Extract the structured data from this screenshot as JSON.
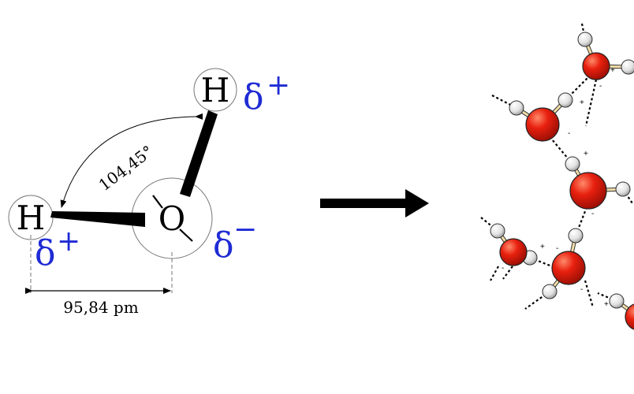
{
  "molecule": {
    "atoms": {
      "oxygen": "O",
      "hydrogen_top": "H",
      "hydrogen_left": "H"
    },
    "charges": {
      "delta_plus": "δ+",
      "delta_minus": "δ−",
      "delta_symbol": "δ",
      "plus_sign": "+",
      "minus_sign": "−"
    },
    "bond_angle_label": "104,45°",
    "bond_length_label": "95,84 pm"
  },
  "cluster": {
    "plus_mark": "+",
    "minus_mark": "-"
  },
  "colors": {
    "delta_text": "#1f2bd4",
    "oxygen_fill": "#e8200f",
    "hydrogen_fill": "#e6e6e6",
    "bond_fill": "#f0dca8",
    "lines": "#000000"
  }
}
